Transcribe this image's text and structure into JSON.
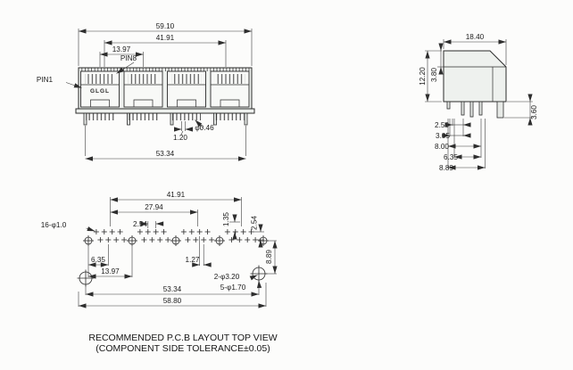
{
  "front": {
    "pin1_label": "PIN1",
    "pin8_label": "PIN8",
    "brand": "GLGL",
    "dim_59_10": "59.10",
    "dim_41_91": "41.91",
    "dim_13_97": "13.97",
    "dim_1_20": "1.20",
    "dim_0_46": "φ0.46",
    "dim_53_34": "53.34"
  },
  "side": {
    "dim_18_40": "18.40",
    "dim_12_20": "12.20",
    "dim_3_80": "3.80",
    "dim_2_50": "2.50",
    "dim_3_05": "3.05",
    "dim_8_00": "8.00",
    "dim_3_60": "3.60",
    "dim_6_35": "6.35",
    "dim_8_89": "8.89"
  },
  "pcb": {
    "dim_41_91": "41.91",
    "dim_27_94": "27.94",
    "dim_2_54_a": "2.54",
    "dim_1_35": "1.35",
    "dim_2_54_b": "2.54",
    "label_16_holes": "16-φ1.0",
    "dim_6_35": "6.35",
    "dim_1_27": "1.27",
    "dim_8_89": "8.89",
    "dim_13_97": "13.97",
    "label_2_holes": "2-φ3.20",
    "label_5_holes": "5-φ1.70",
    "dim_53_34": "53.34",
    "dim_58_80": "58.80",
    "caption_line1": "RECOMMENDED P.C.B LAYOUT TOP VIEW",
    "caption_line2": "(COMPONENT SIDE TOLERANCE±0.05)"
  },
  "colors": {
    "line": "#2b2b2b",
    "dim": "#3c3c3c",
    "body_fill": "#eef1ee",
    "background": "#fcfcfb"
  }
}
